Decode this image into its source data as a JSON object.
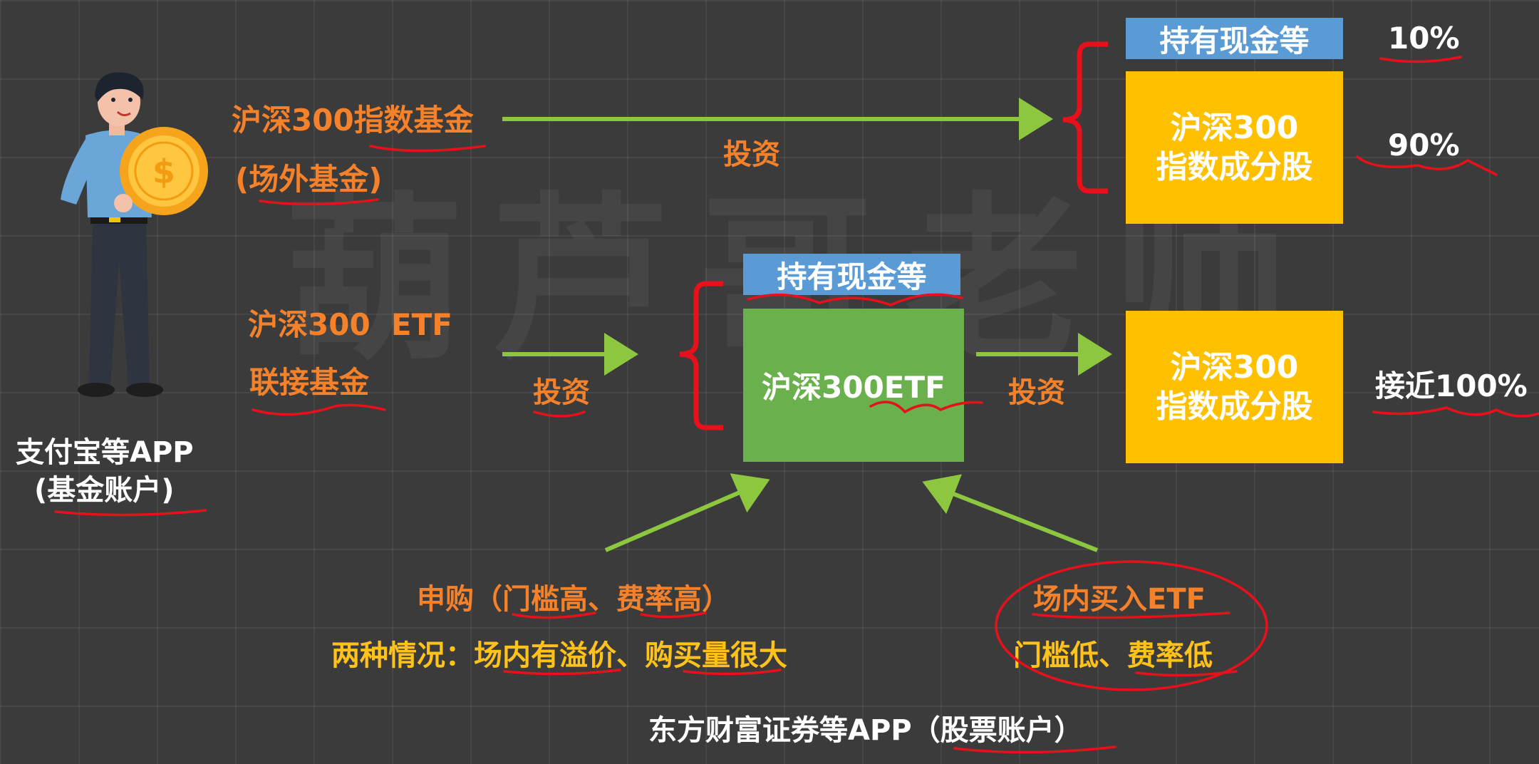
{
  "watermark": "葫芦哥老师",
  "left_app": {
    "line1": "支付宝等APP",
    "line2": "(基金账户)"
  },
  "index_fund": {
    "line1": "沪深300指数基金",
    "line2": "(场外基金)"
  },
  "feeder_fund": {
    "line1": "沪深300  ETF",
    "line2": "联接基金"
  },
  "invest_labels": {
    "top": "投资",
    "middle_left": "投资",
    "middle_right": "投资"
  },
  "top_right": {
    "cash_label": "持有现金等",
    "stock_line1": "沪深300",
    "stock_line2": "指数成分股",
    "cash_pct": "10%",
    "stock_pct": "90%"
  },
  "etf": {
    "cash_label": "持有现金等",
    "name": "沪深300ETF"
  },
  "right_mid": {
    "stock_line1": "沪深300",
    "stock_line2": "指数成分股",
    "pct": "接近100%"
  },
  "subscribe": {
    "line1": "申购（门槛高、费率高）",
    "line2": "两种情况：场内有溢价、购买量很大"
  },
  "exchange_buy": {
    "line1": "场内买入ETF",
    "line2": "门槛低、费率低"
  },
  "bottom_app": "东方财富证券等APP（股票账户）",
  "colors": {
    "orange": "#f5822a",
    "yellow_box": "#ffc000",
    "green_box": "#6ab04c",
    "blue_box": "#5b9bd5",
    "arrow": "#8dc63f",
    "annotation": "#e8101a"
  }
}
